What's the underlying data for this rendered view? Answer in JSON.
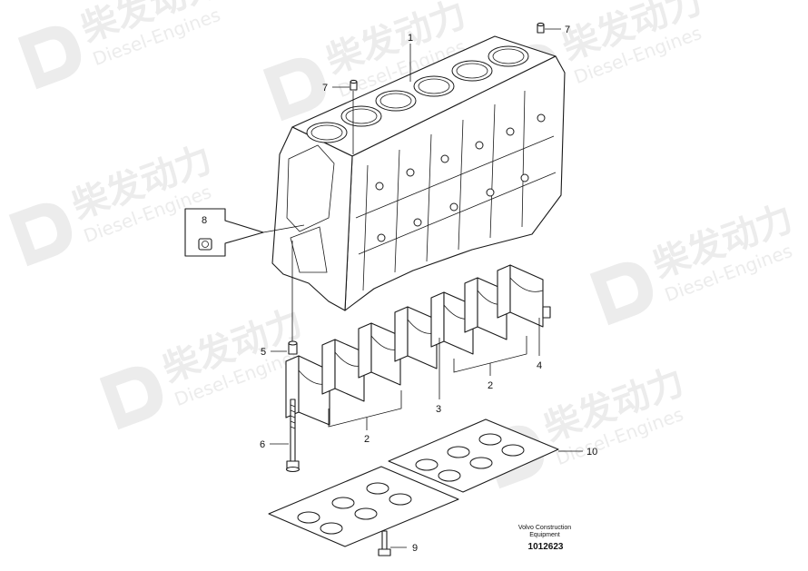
{
  "watermark": {
    "brand_cn": "柴发动力",
    "brand_en": "Diesel-Engines"
  },
  "callouts": {
    "block": "1",
    "caps": "2",
    "cap_set": "3",
    "thrust_cap": "4",
    "sleeve": "5",
    "bolt": "6",
    "plug": "7",
    "plug_small": "8",
    "frame_screw": "9",
    "frame": "10"
  },
  "footer": {
    "company_line1": "Volvo Construction",
    "company_line2": "Equipment",
    "drawing_number": "1012623"
  }
}
